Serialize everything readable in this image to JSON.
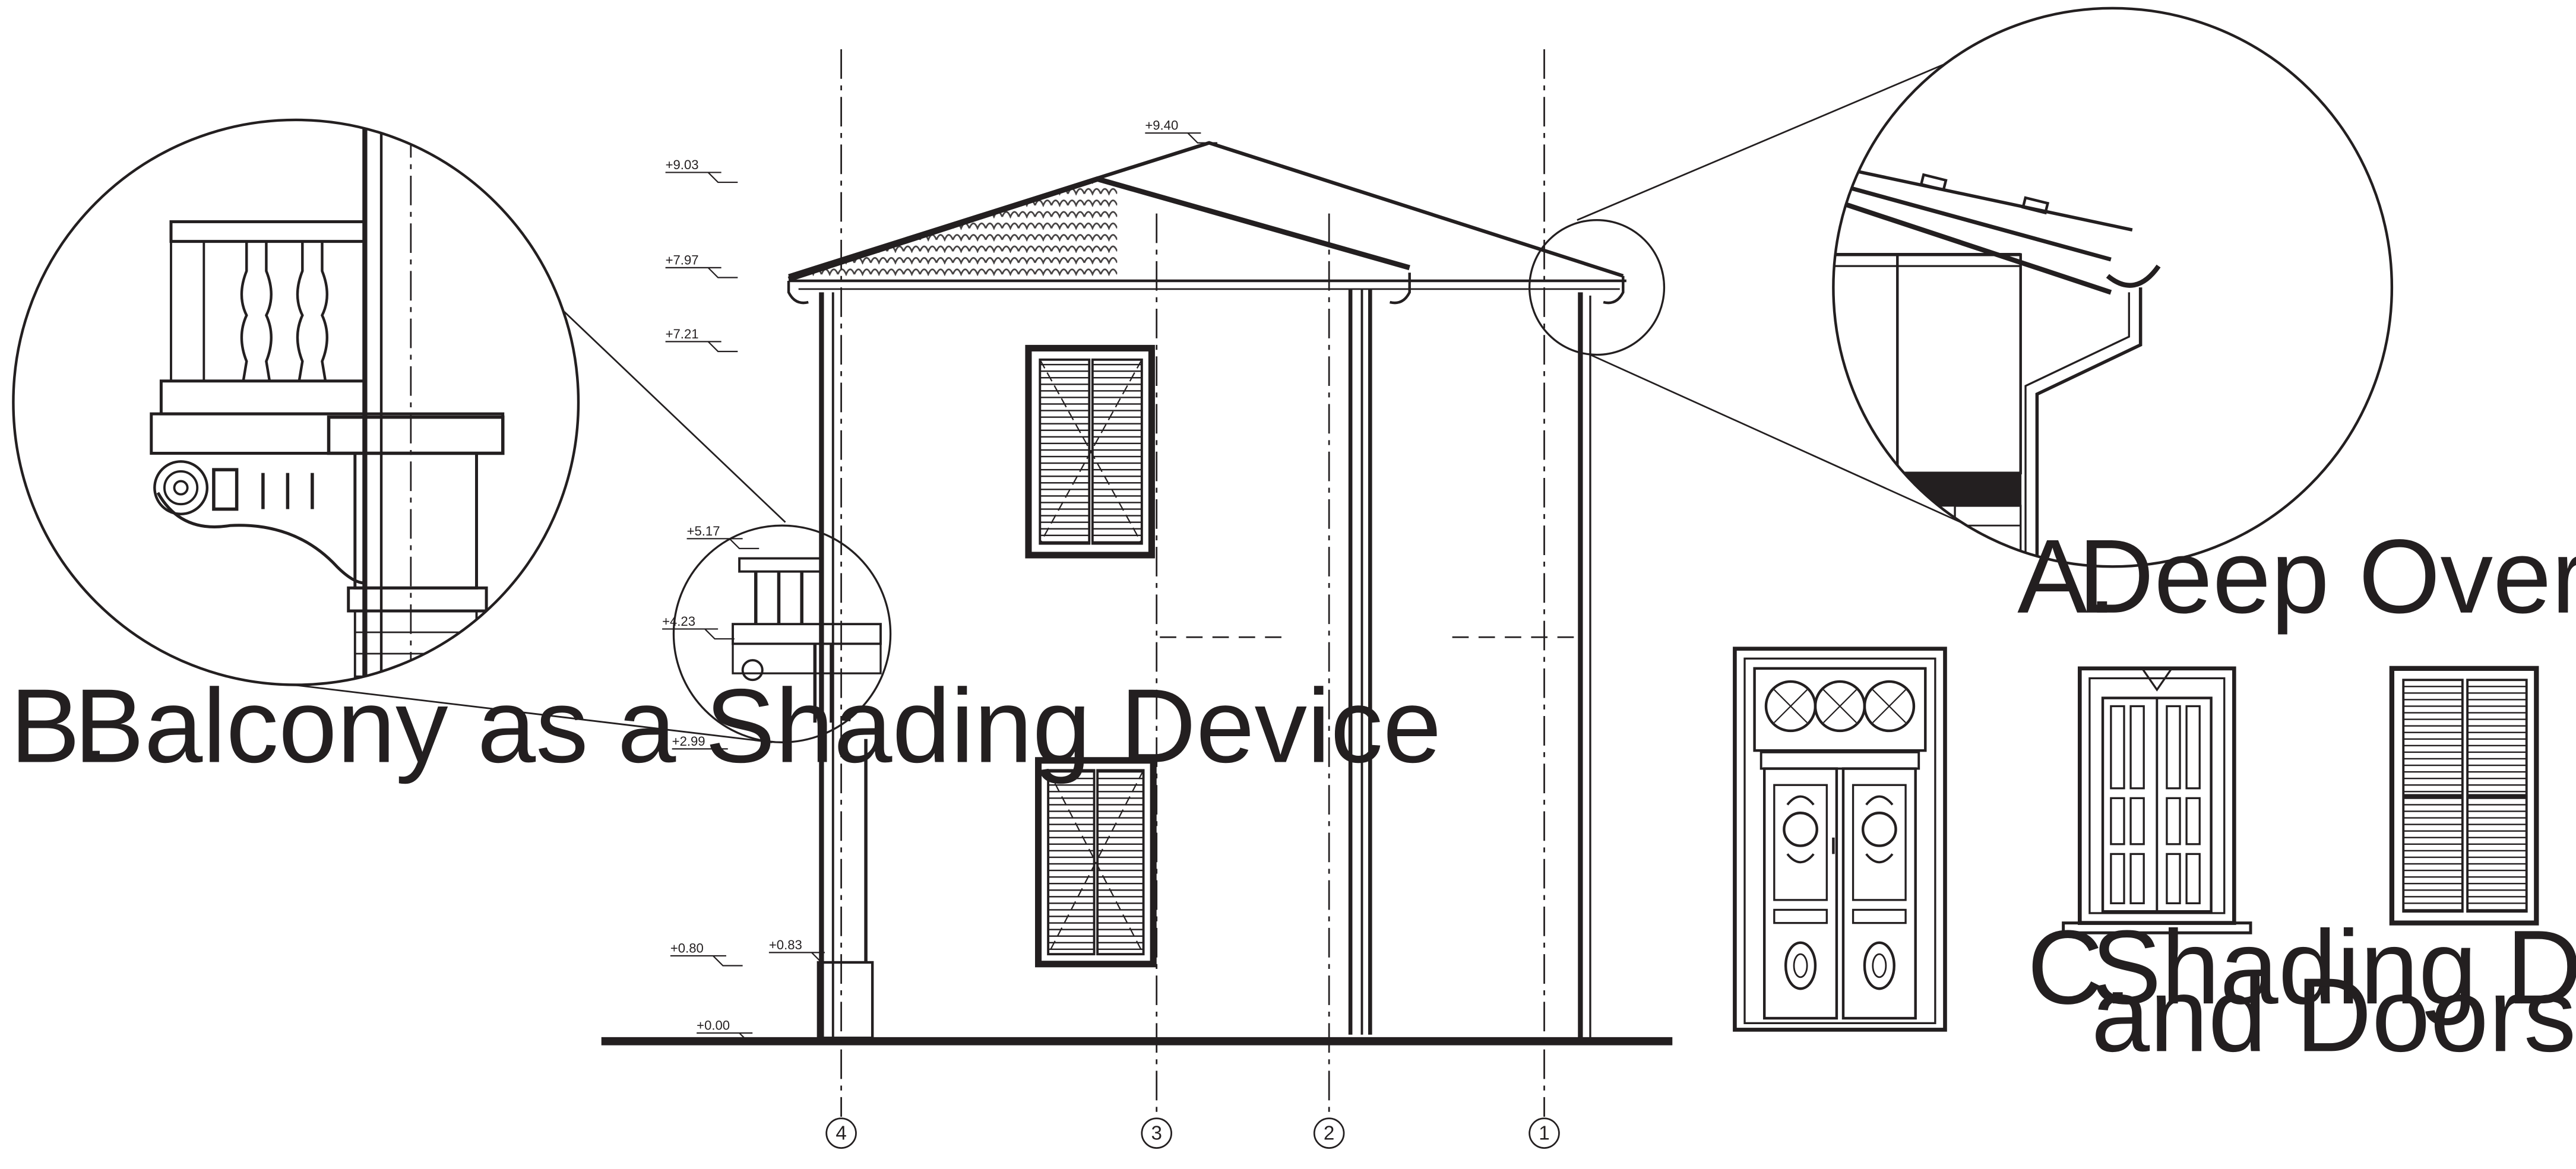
{
  "levels": [
    "+9.40",
    "+9.03",
    "+7.97",
    "+7.21",
    "+5.17",
    "+4.23",
    "+2.99",
    "+0.80",
    "+0.83",
    "+0.00"
  ],
  "grid_axes": [
    "4",
    "3",
    "2",
    "1"
  ],
  "captions": {
    "a": {
      "letter": "A.",
      "text": "Deep Overhangs"
    },
    "b": {
      "letter": "B.",
      "text": "Balcony as a Shading Device"
    },
    "c": {
      "letter": "C.",
      "line1": "Shading Design on Windows",
      "line2": "and Doors"
    }
  },
  "colors": {
    "ink": "#231f20",
    "paper": "#ffffff"
  }
}
